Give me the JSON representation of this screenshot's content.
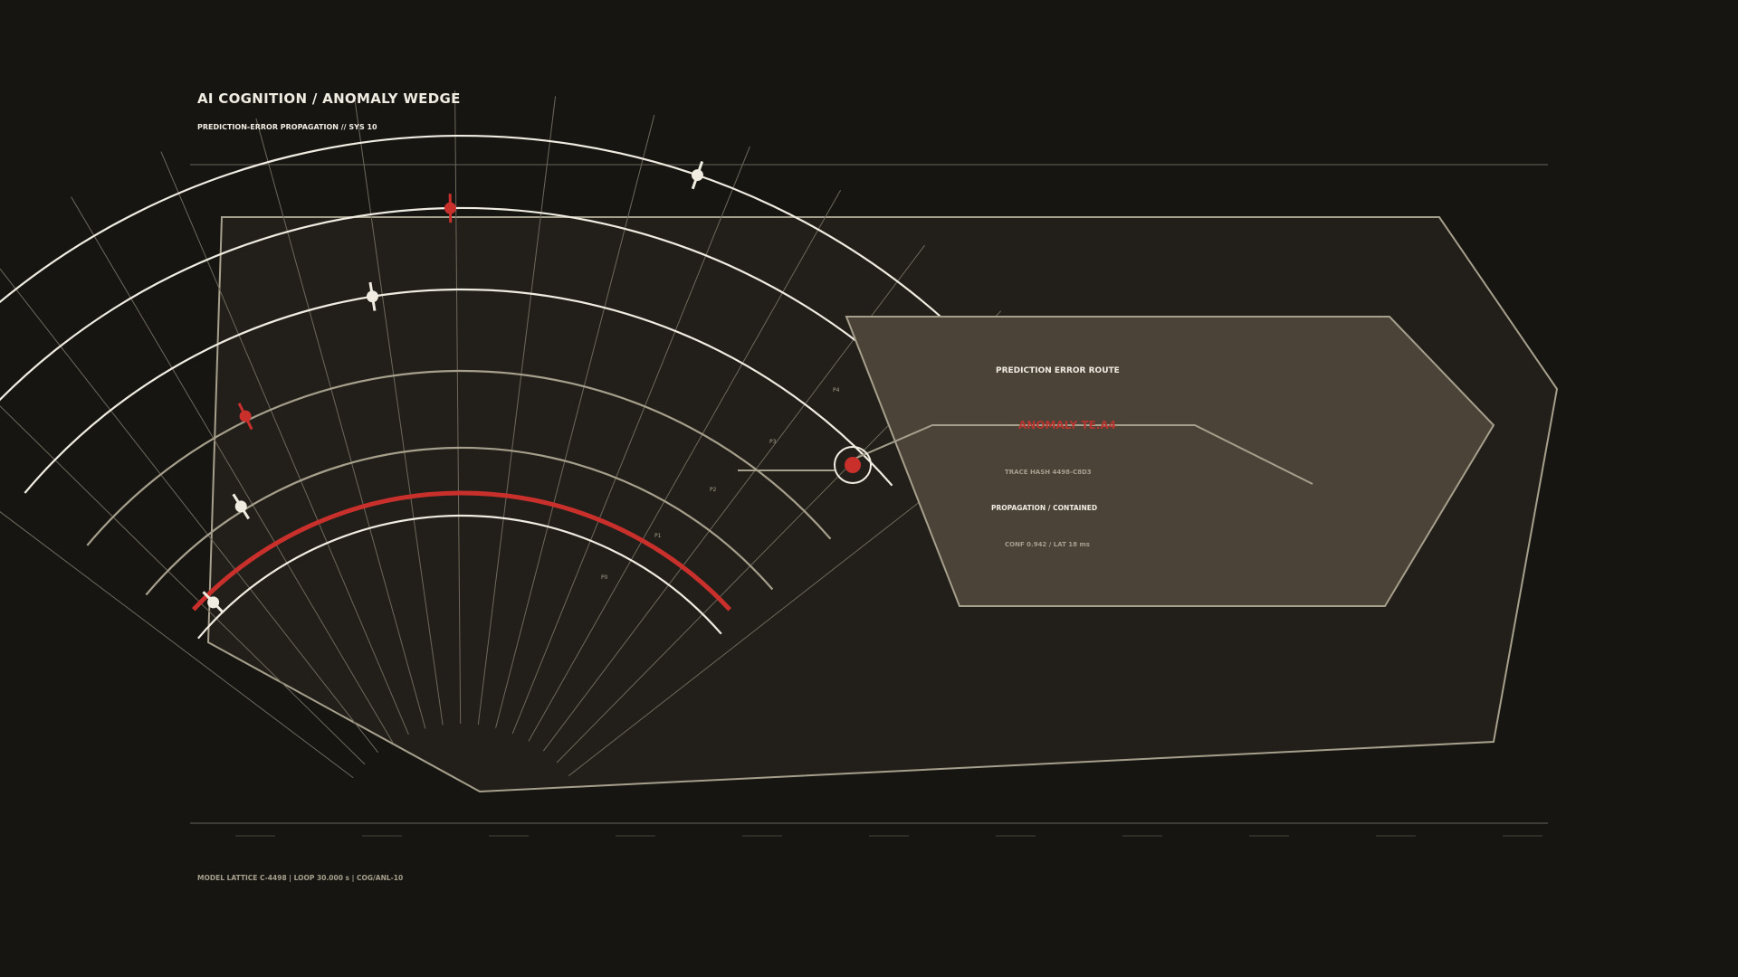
{
  "header": {
    "title": "AI COGNITION / ANOMALY WEDGE",
    "subtitle": "PREDICTION-ERROR PROPAGATION  //  SYS 10"
  },
  "wedge": {
    "ring_labels": [
      "P0",
      "P1",
      "P2",
      "P3",
      "P4"
    ]
  },
  "callout": {
    "title": "PREDICTION ERROR ROUTE",
    "alert": "ANOMALY TE.A4",
    "trace": "TRACE HASH 4498-C8D3",
    "status": "PROPAGATION / CONTAINED",
    "metrics": "CONF 0.942  /  LAT 18 ms"
  },
  "footer": {
    "status": "MODEL LATTICE C-4498  |  LOOP 30.000 s  |  COG/ANL-10"
  },
  "colors": {
    "background": "#161512",
    "panel": "#221f1a",
    "callout": "#4b4238",
    "outline": "#a69f8c",
    "accent": "#c9302c",
    "ring": "#f1ece2"
  }
}
